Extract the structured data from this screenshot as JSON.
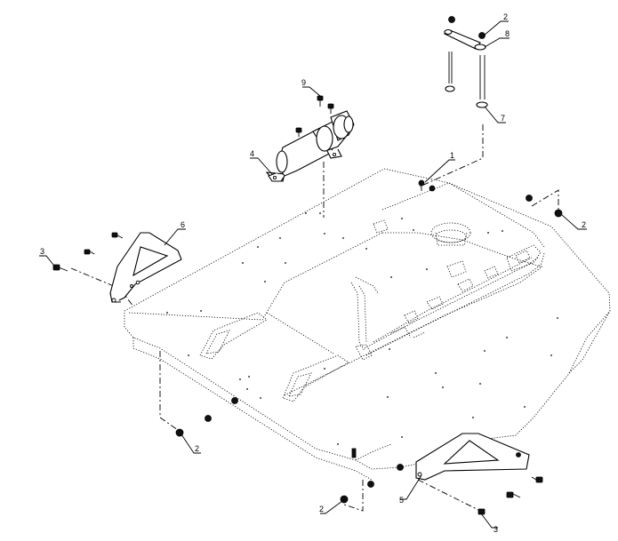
{
  "callouts": [
    {
      "id": "callout-1",
      "text": "1"
    },
    {
      "id": "callout-2-top",
      "text": "2"
    },
    {
      "id": "callout-2-right",
      "text": "2"
    },
    {
      "id": "callout-2-left-bottom",
      "text": "2"
    },
    {
      "id": "callout-2-bottom-center",
      "text": "2"
    },
    {
      "id": "callout-3-left",
      "text": "3"
    },
    {
      "id": "callout-3-bottom",
      "text": "3"
    },
    {
      "id": "callout-4",
      "text": "4"
    },
    {
      "id": "callout-5",
      "text": "5"
    },
    {
      "id": "callout-6",
      "text": "6"
    },
    {
      "id": "callout-7",
      "text": "7"
    },
    {
      "id": "callout-8",
      "text": "8"
    },
    {
      "id": "callout-9",
      "text": "9"
    }
  ]
}
